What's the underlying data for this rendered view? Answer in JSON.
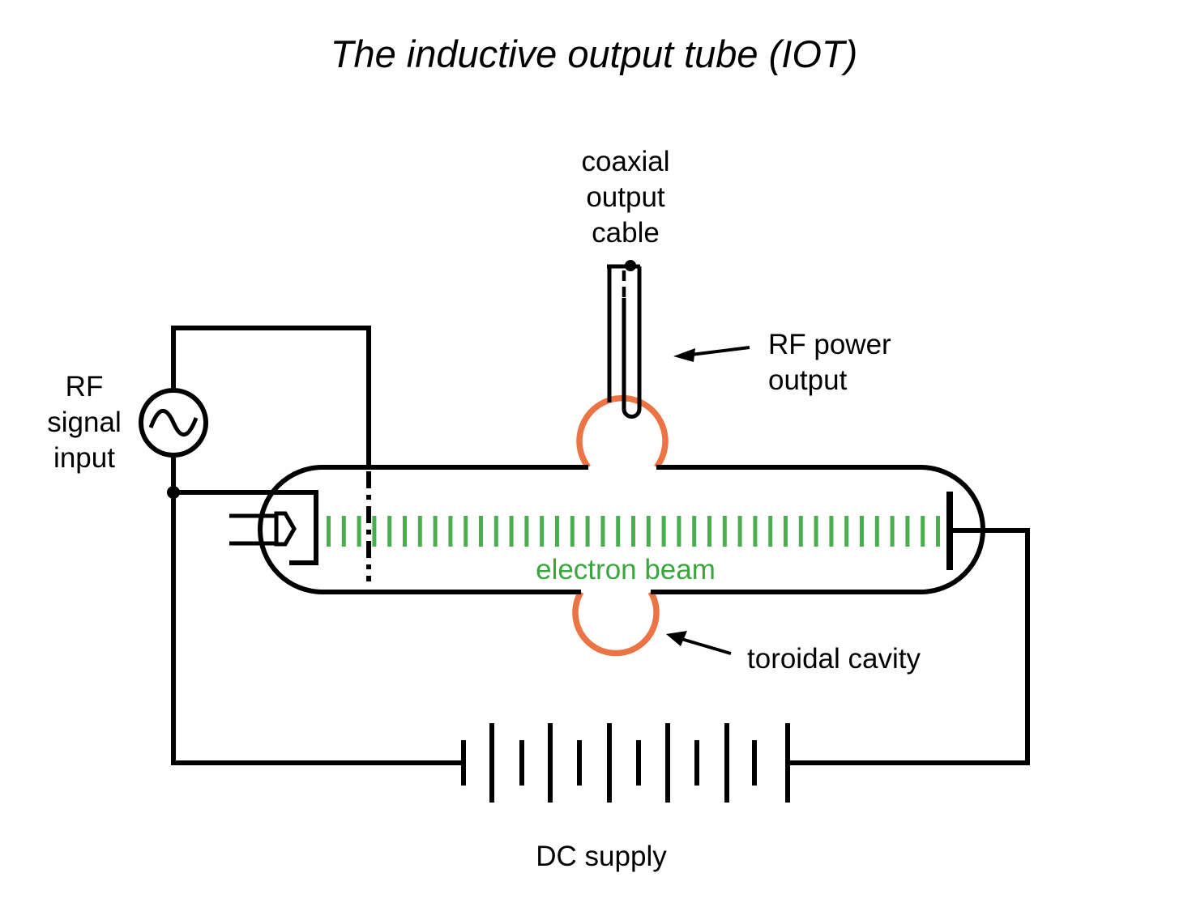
{
  "title": "The inductive output tube (IOT)",
  "labels": {
    "coax_cable": "coaxial\noutput\ncable",
    "rf_power_output": "RF power\noutput",
    "toroidal_cavity": "toroidal cavity",
    "electron_beam": "electron beam",
    "rf_signal_input": "RF\nsignal\ninput",
    "dc_supply": "DC supply"
  },
  "colors": {
    "line_black": "#000000",
    "cavity_orange": "#EC7344",
    "beam_dash_green": "#4BAD50",
    "beam_text_green": "#3AA63E",
    "background": "#FFFFFF"
  }
}
